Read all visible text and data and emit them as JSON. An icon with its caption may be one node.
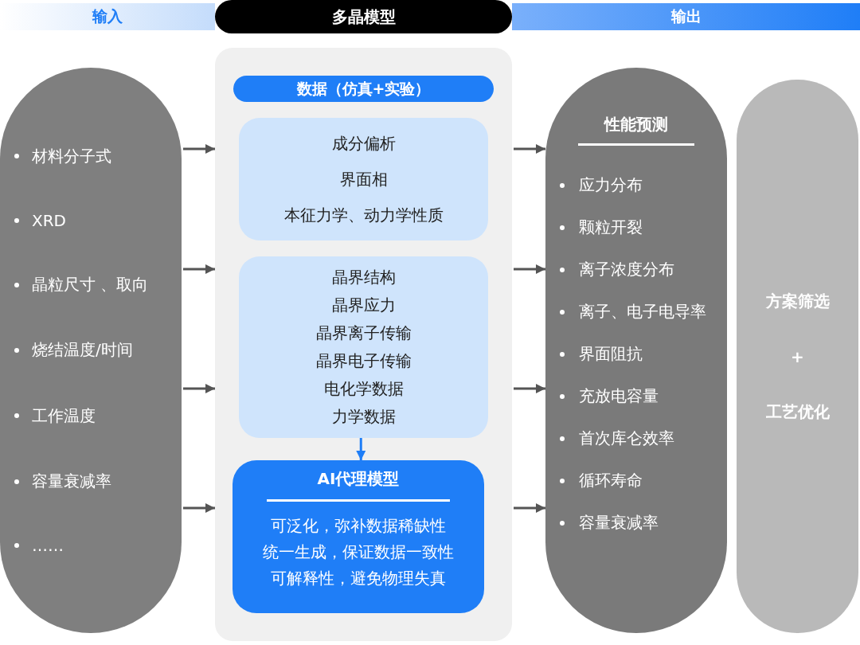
{
  "diagram": {
    "nodes": [
      {
        "text": [
          "输入"
        ]
      },
      {
        "text": [
          "多晶模型"
        ]
      },
      {
        "text": [
          "输出"
        ]
      },
      {
        "text": [
          "材料分子式",
          "XRD",
          "晶粒尺寸 、取向",
          "烧结温度/时间",
          "工作温度",
          "容量衰减率",
          "……"
        ]
      },
      {
        "text": [],
        "shape": "box"
      },
      {
        "text": [
          "数据（仿真+实验）"
        ],
        "in": 4
      },
      {
        "text": [
          "成分偏析",
          "界面相",
          "本征力学、动力学性质"
        ],
        "in": 4
      },
      {
        "text": [
          "晶界结构",
          "晶界应力",
          "晶界离子传输",
          "晶界电子传输",
          "电化学数据",
          "力学数据"
        ],
        "in": 4
      },
      {
        "text": [
          "AI代理模型",
          "可泛化，弥补数据稀缺性",
          "统一生成，保证数据一致性",
          "可解释性，避免物理失真"
        ],
        "in": 4
      },
      {
        "text": [
          "性能预测",
          "应力分布",
          "颗粒开裂",
          "离子浓度分布",
          "离子、电子电导率",
          "界面阻抗",
          "充放电容量",
          "首次库仑效率",
          "循环寿命",
          "容量衰减率"
        ]
      },
      {
        "text": [
          "方案筛选",
          "+",
          "工艺优化"
        ]
      }
    ],
    "edges": [
      {
        "from": 3,
        "to": 4,
        "arrow": "to"
      },
      {
        "from": 3,
        "to": 4,
        "arrow": "to"
      },
      {
        "from": 3,
        "to": 4,
        "arrow": "to"
      },
      {
        "from": 3,
        "to": 4,
        "arrow": "to"
      },
      {
        "from": 4,
        "to": 9,
        "arrow": "to"
      },
      {
        "from": 4,
        "to": 9,
        "arrow": "to"
      },
      {
        "from": 4,
        "to": 9,
        "arrow": "to"
      },
      {
        "from": 4,
        "to": 9,
        "arrow": "to"
      },
      {
        "from": 7,
        "to": 8,
        "arrow": "to",
        "color": "#1f7ef7"
      }
    ]
  }
}
